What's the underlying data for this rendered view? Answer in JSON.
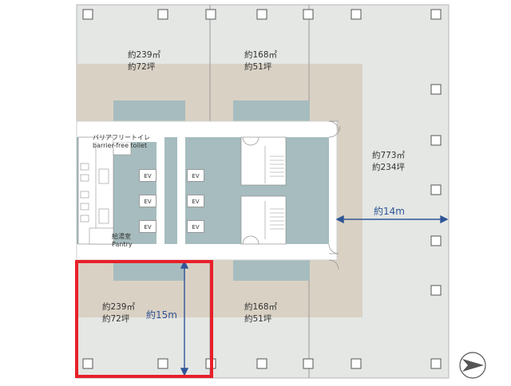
{
  "zones": {
    "nw": {
      "area_sqm": "約239㎡",
      "area_tsubo": "約72坪"
    },
    "n": {
      "area_sqm": "約168㎡",
      "area_tsubo": "約51坪"
    },
    "e": {
      "area_sqm": "約773㎡",
      "area_tsubo": "約234坪"
    },
    "sw": {
      "area_sqm": "約239㎡",
      "area_tsubo": "約72坪"
    },
    "s": {
      "area_sqm": "約168㎡",
      "area_tsubo": "約51坪"
    }
  },
  "core": {
    "toilet_jp": "バリアフリートイレ",
    "toilet_en": "barrier-free toilet",
    "pantry_jp": "給湯室",
    "pantry_en": "Pantry",
    "ev_label": "EV"
  },
  "dimensions": {
    "east_depth": "約14m",
    "south_depth": "約15m"
  },
  "colors": {
    "floor": "#e4e7e4",
    "beige": "#d9d1c4",
    "core_teal": "#a6bcbe",
    "wall": "#ffffff",
    "highlight": "#e8202a",
    "dimension": "#2f5597"
  },
  "icons": {
    "north": "north-arrow-icon"
  }
}
